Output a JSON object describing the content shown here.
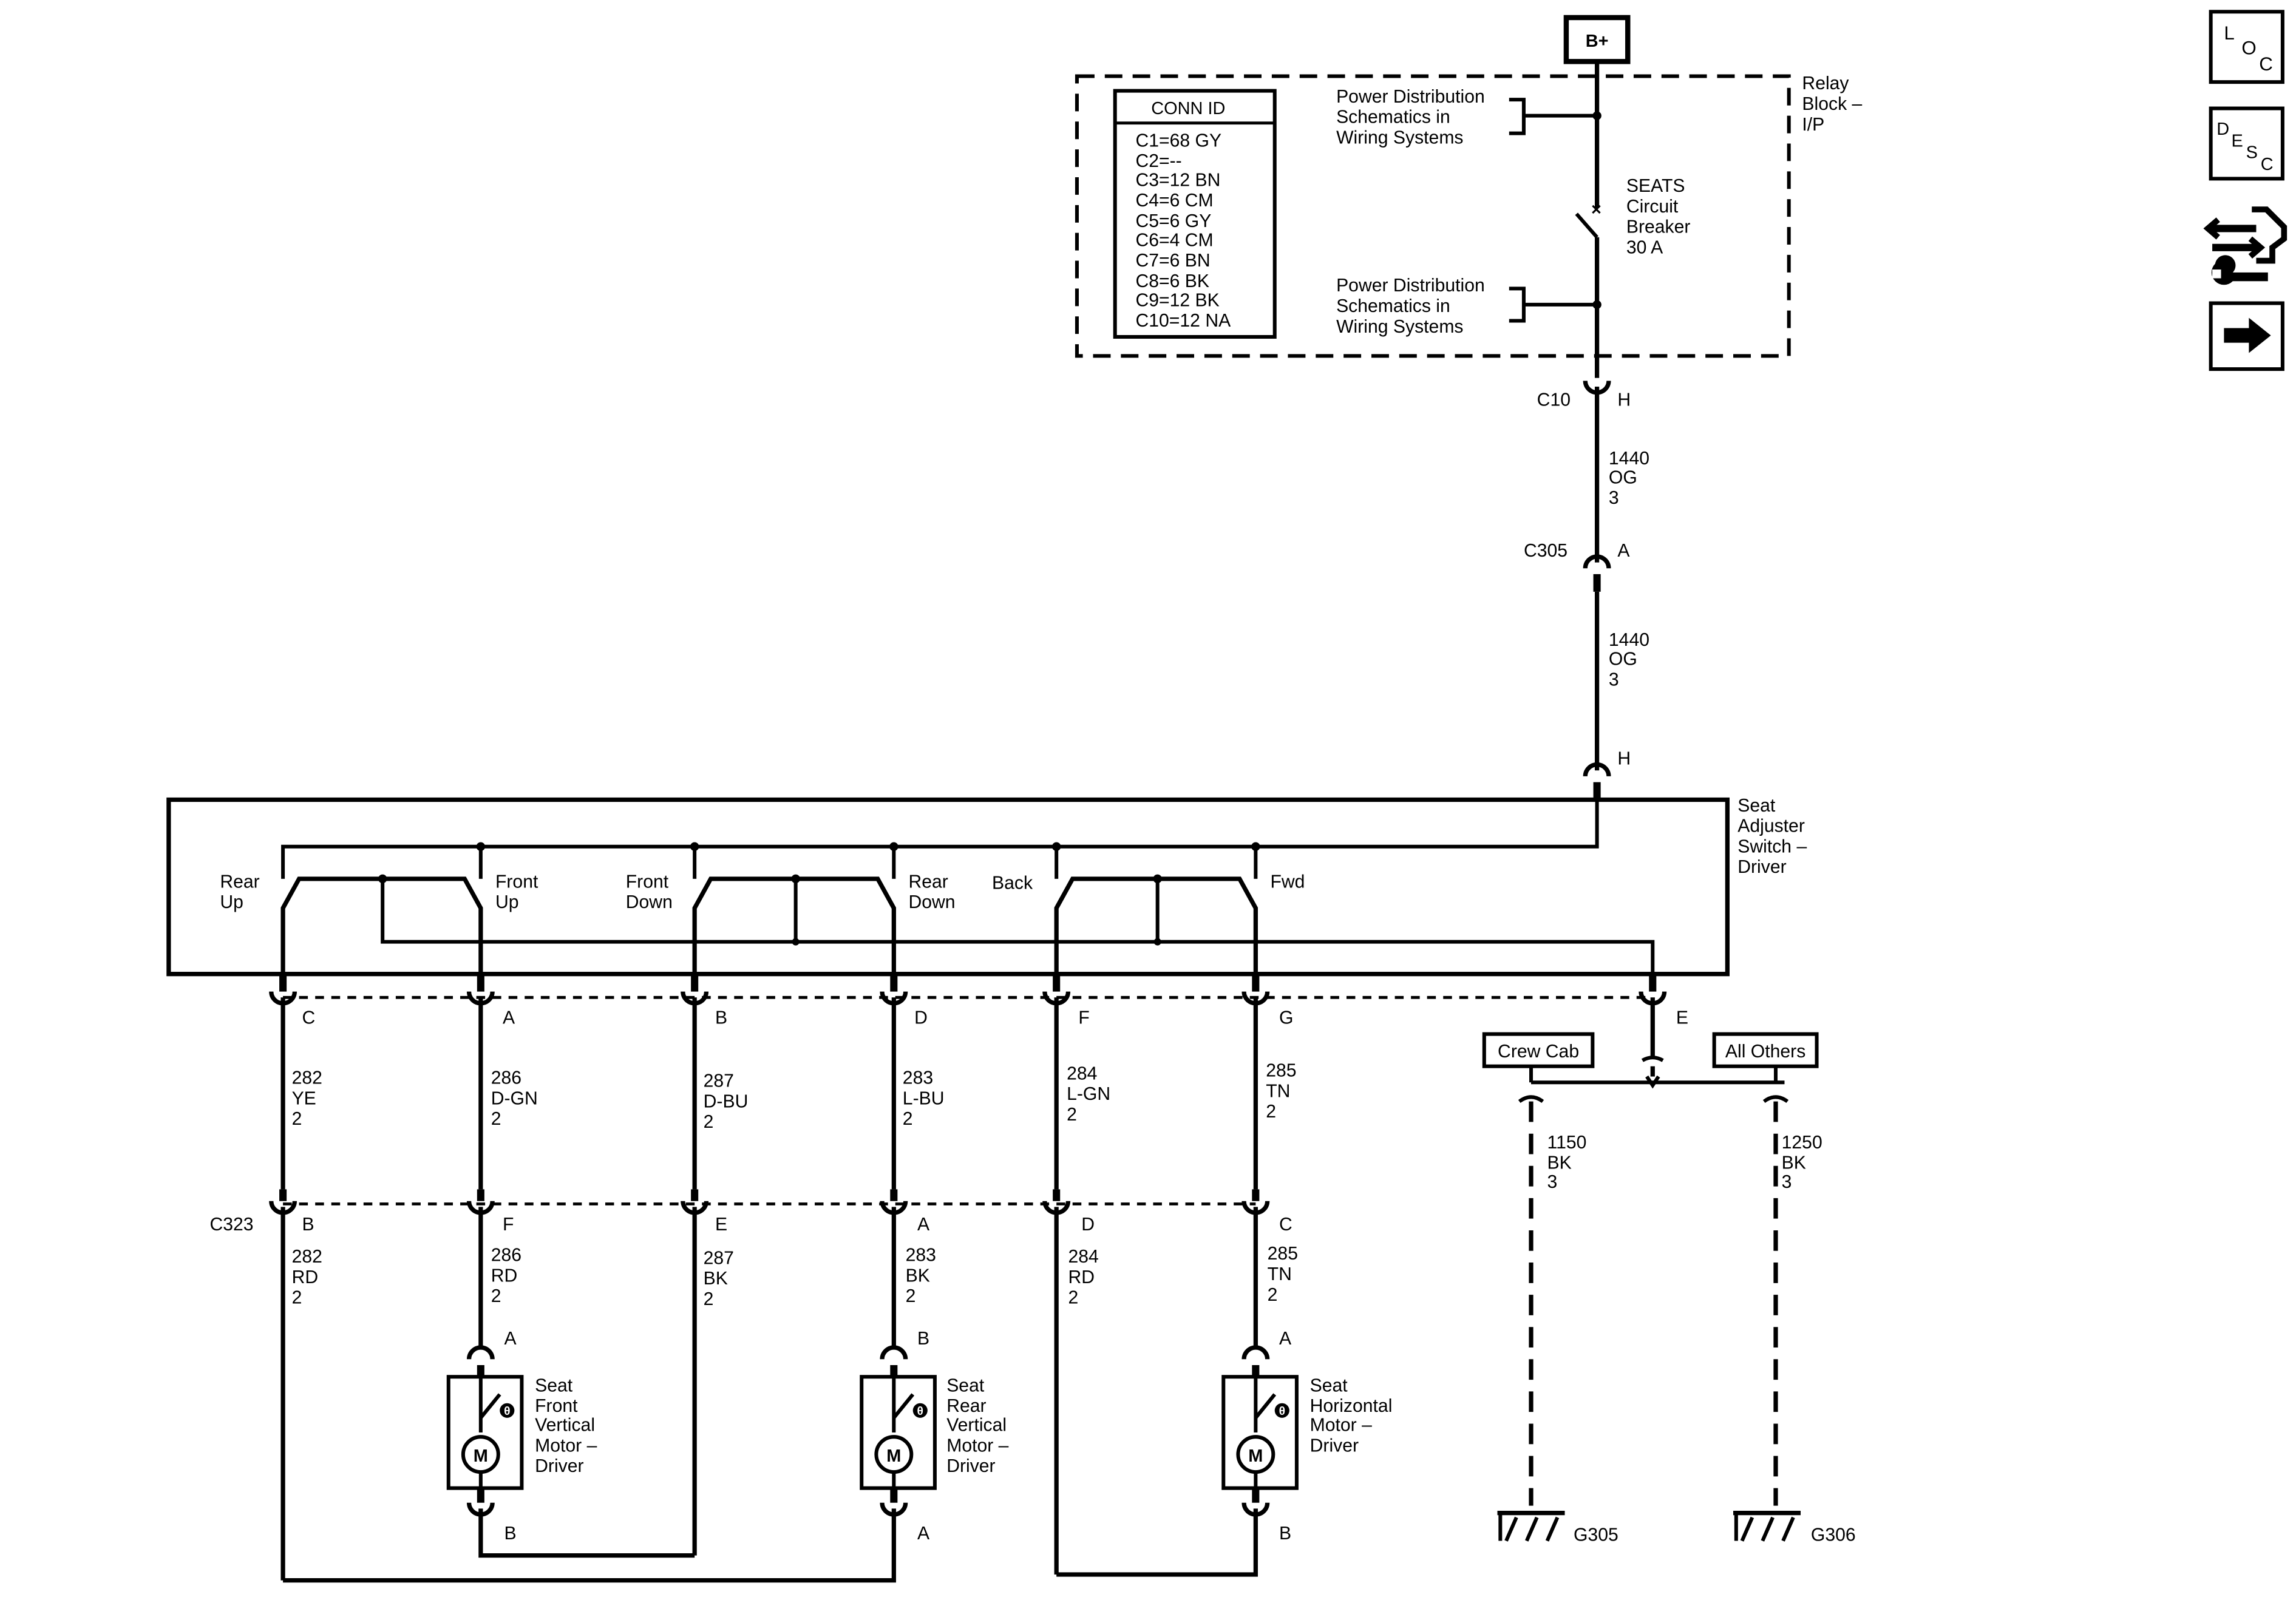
{
  "source": {
    "label": "B+"
  },
  "relay_block": {
    "label_lines": [
      "Relay",
      "Block –",
      "I/P"
    ],
    "pds_top_lines": [
      "Power Distribution",
      "Schematics in",
      "Wiring Systems"
    ],
    "pds_bottom_lines": [
      "Power Distribution",
      "Schematics in",
      "Wiring Systems"
    ],
    "breaker_lines": [
      "SEATS",
      "Circuit",
      "Breaker",
      "30 A"
    ]
  },
  "conn_id": {
    "title": "CONN ID",
    "rows": [
      "C1=68 GY",
      "C2=--",
      "C3=12 BN",
      "C4=6 CM",
      "C5=6 GY",
      "C6=4 CM",
      "C7=6 BN",
      "C8=6 BK",
      "C9=12 BK",
      "C10=12 NA"
    ]
  },
  "feed": {
    "c10_name": "C10",
    "c10_pin": "H",
    "wire1_lines": [
      "1440",
      "OG",
      "3"
    ],
    "c305_name": "C305",
    "c305_pin": "A",
    "wire2_lines": [
      "1440",
      "OG",
      "3"
    ],
    "switch_in_pin": "H"
  },
  "switch": {
    "label_lines": [
      "Seat",
      "Adjuster",
      "Switch –",
      "Driver"
    ],
    "contacts": [
      {
        "lines": [
          "Rear",
          "Up"
        ]
      },
      {
        "lines": [
          "Front",
          "Up"
        ]
      },
      {
        "lines": [
          "Front",
          "Down"
        ]
      },
      {
        "lines": [
          "Rear",
          "Down"
        ]
      },
      {
        "lines": [
          "Back"
        ]
      },
      {
        "lines": [
          "Fwd"
        ]
      }
    ],
    "ground_pin": "E"
  },
  "harness": {
    "c323_name": "C323",
    "circuits": [
      {
        "upper_pin": "C",
        "upper_lines": [
          "282",
          "YE",
          "2"
        ],
        "lower_pin": "B",
        "lower_lines": [
          "282",
          "RD",
          "2"
        ]
      },
      {
        "upper_pin": "A",
        "upper_lines": [
          "286",
          "D-GN",
          "2"
        ],
        "lower_pin": "F",
        "lower_lines": [
          "286",
          "RD",
          "2"
        ]
      },
      {
        "upper_pin": "B",
        "upper_lines": [
          "287",
          "D-BU",
          "2"
        ],
        "lower_pin": "E",
        "lower_lines": [
          "287",
          "BK",
          "2"
        ]
      },
      {
        "upper_pin": "D",
        "upper_lines": [
          "283",
          "L-BU",
          "2"
        ],
        "lower_pin": "A",
        "lower_lines": [
          "283",
          "BK",
          "2"
        ]
      },
      {
        "upper_pin": "F",
        "upper_lines": [
          "284",
          "L-GN",
          "2"
        ],
        "lower_pin": "D",
        "lower_lines": [
          "284",
          "RD",
          "2"
        ]
      },
      {
        "upper_pin": "G",
        "upper_lines": [
          "285",
          "TN",
          "2"
        ],
        "lower_pin": "C",
        "lower_lines": [
          "285",
          "TN",
          "2"
        ]
      }
    ]
  },
  "motors": [
    {
      "label_lines": [
        "Seat",
        "Front",
        "Vertical",
        "Motor –",
        "Driver"
      ],
      "top_pin": "A",
      "bottom_pin": "B",
      "symbol": "M"
    },
    {
      "label_lines": [
        "Seat",
        "Rear",
        "Vertical",
        "Motor –",
        "Driver"
      ],
      "top_pin": "B",
      "bottom_pin": "A",
      "symbol": "M"
    },
    {
      "label_lines": [
        "Seat",
        "Horizontal",
        "Motor –",
        "Driver"
      ],
      "top_pin": "A",
      "bottom_pin": "B",
      "symbol": "M"
    }
  ],
  "ground_options": {
    "left_tag": "Crew Cab",
    "right_tag": "All Others",
    "left_wire_lines": [
      "1150",
      "BK",
      "3"
    ],
    "right_wire_lines": [
      "1250",
      "BK",
      "3"
    ],
    "left_ground": "G305",
    "right_ground": "G306"
  },
  "nav": {
    "loc": [
      "L",
      "O",
      "C"
    ],
    "desc": [
      "D",
      "E",
      "S",
      "C"
    ],
    "tools_icon": "connector-tools-icon",
    "next_icon": "right-arrow-icon"
  }
}
